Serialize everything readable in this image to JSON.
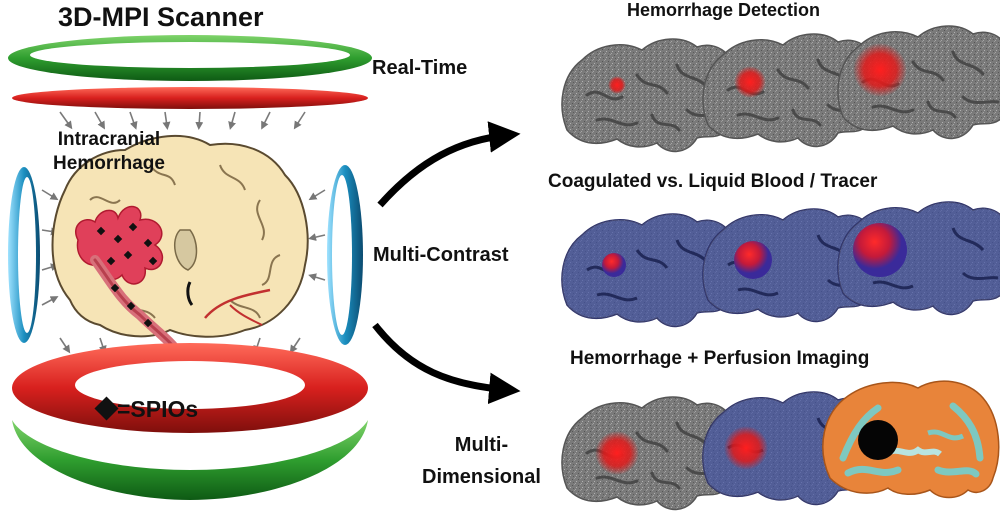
{
  "scanner": {
    "title": "3D-MPI Scanner",
    "hemorrhage_label_line1": "Intracranial",
    "hemorrhage_label_line2": "Hemorrhage",
    "spio_legend": "=SPIOs"
  },
  "modes": {
    "real_time": "Real-Time",
    "multi_contrast": "Multi-Contrast",
    "multi_dimensional_line1": "Multi-",
    "multi_dimensional_line2": "Dimensional"
  },
  "panels": {
    "detection_title": "Hemorrhage Detection",
    "contrast_title": "Coagulated vs. Liquid Blood / Tracer",
    "perfusion_title": "Hemorrhage + Perfusion Imaging"
  },
  "colors": {
    "coil_green": "#2f9e2f",
    "coil_red": "#d8201e",
    "coil_blue": "#1b8fc0",
    "brain_gray": "#7c7c7c",
    "brain_blue": "#3d4fa6",
    "hemorrhage_red": "#e02020",
    "perfusion_orange": "#e8843a",
    "perfusion_teal": "#7ec8c0"
  }
}
